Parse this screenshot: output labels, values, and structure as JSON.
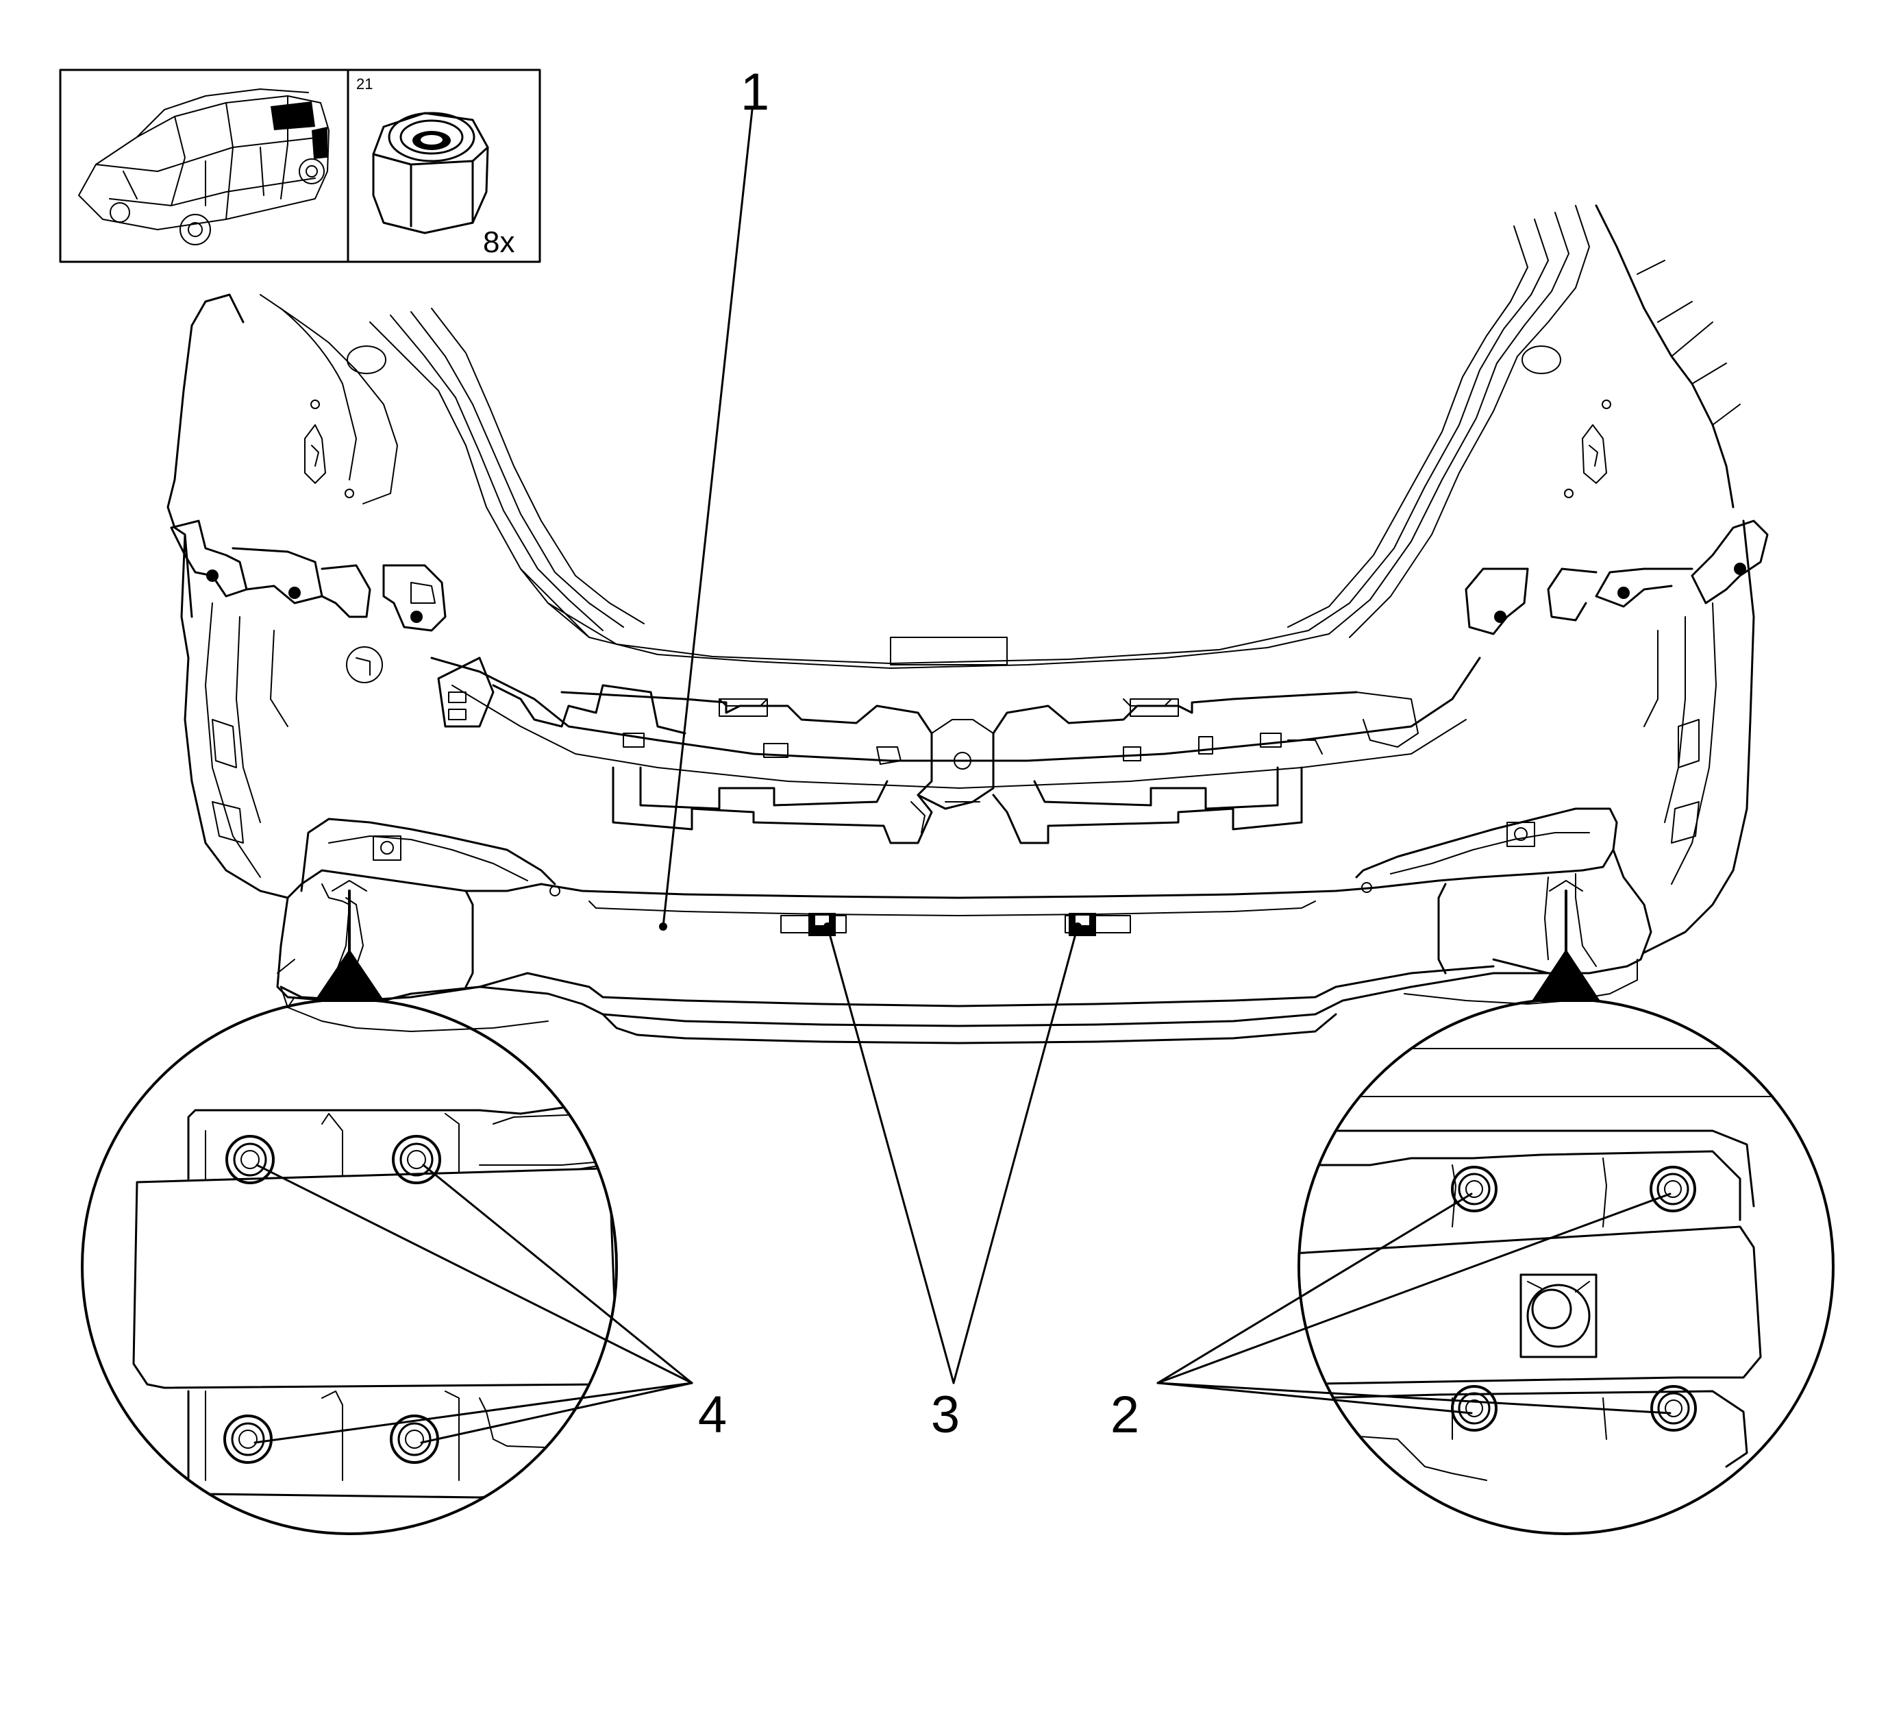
{
  "header": {
    "vehicle_icon": "vehicle-body-icon",
    "fastener_icon": "self-locking-nut-icon",
    "part_ref": "21",
    "quantity": "8x"
  },
  "callouts": {
    "c1": "1",
    "c2": "2",
    "c3": "3",
    "c4": "4"
  },
  "detail_views": {
    "left_icon": "magnify-detail-left",
    "right_icon": "magnify-detail-right"
  }
}
